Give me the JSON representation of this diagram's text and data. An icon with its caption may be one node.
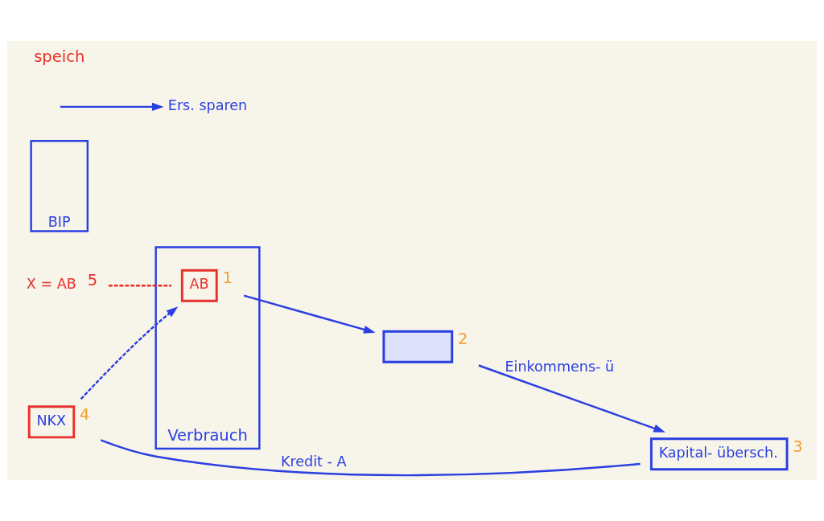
{
  "diagram": {
    "nodes": [
      {
        "text": [
          "X = AB"
        ],
        "beside": [
          "5"
        ]
      },
      {
        "text": [
          "NKX"
        ],
        "beside": [
          "4"
        ]
      },
      {
        "text": [
          "BIP"
        ]
      },
      {
        "text": [
          "Verbrauch"
        ]
      },
      {
        "text": [
          "AB"
        ],
        "beside": [
          "1"
        ],
        "in": 3
      },
      {
        "text": [],
        "shape": "box",
        "beside": [
          "2"
        ]
      },
      {
        "text": [
          "Ers. sparen"
        ]
      },
      {
        "text": [
          "Kapital- übersch."
        ],
        "beside": [
          "3"
        ]
      }
    ],
    "edges": [
      {
        "from": 1,
        "to": 4,
        "arrow": "to",
        "style": "dashed"
      },
      {
        "from": 0,
        "to": 4,
        "arrow": "none",
        "style": "dashed",
        "color": "#e8302a"
      },
      {
        "from": 1,
        "to": 7,
        "arrow": "none",
        "label": "Kredit - A"
      },
      {
        "from": 4,
        "to": 5,
        "arrow": "to"
      },
      {
        "from": null,
        "to": 6,
        "arrow": "to"
      },
      {
        "from": 5,
        "to": 7,
        "arrow": "to",
        "label": "Einkommens- ü"
      }
    ],
    "labels": [
      "speich"
    ]
  }
}
